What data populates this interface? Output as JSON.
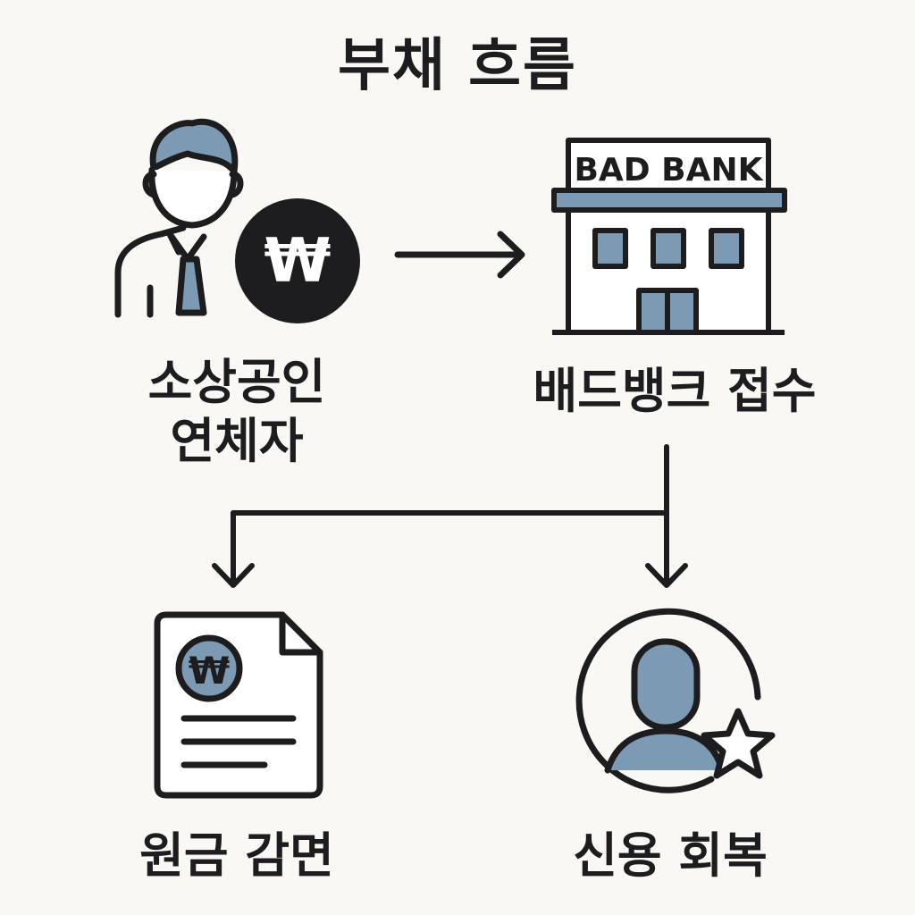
{
  "title": "부채 흐름",
  "nodes": {
    "debtor": {
      "line1": "소상공인",
      "line2": "연체자",
      "icon": "person-with-won-icon"
    },
    "badbank": {
      "label": "배드뱅크 접수",
      "sign": "BAD BANK",
      "icon": "bank-building-icon"
    },
    "principal_reduction": {
      "label": "원금 감면",
      "icon": "won-document-icon"
    },
    "credit_recovery": {
      "label": "신용 회복",
      "icon": "user-star-icon"
    }
  },
  "won_symbol": "₩",
  "colors": {
    "accent": "#7d9ab5",
    "ink": "#1d1d1f",
    "background": "#f9f8f4"
  }
}
